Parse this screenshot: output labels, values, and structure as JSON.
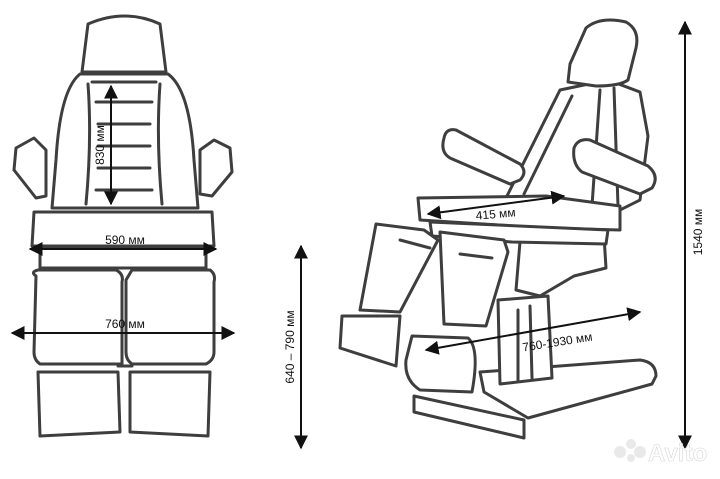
{
  "dimensions": {
    "backrest_height": "830 мм",
    "seat_width": "590 мм",
    "full_width": "760 мм",
    "seat_height_range": "640 – 790 мм",
    "seat_depth": "415 мм",
    "length_range": "760-1930 мм",
    "total_height": "1540 мм"
  },
  "watermark": {
    "text": "Avito"
  },
  "colors": {
    "outline": "#3e3e3e",
    "dimension_line": "#111111",
    "background": "#ffffff"
  }
}
